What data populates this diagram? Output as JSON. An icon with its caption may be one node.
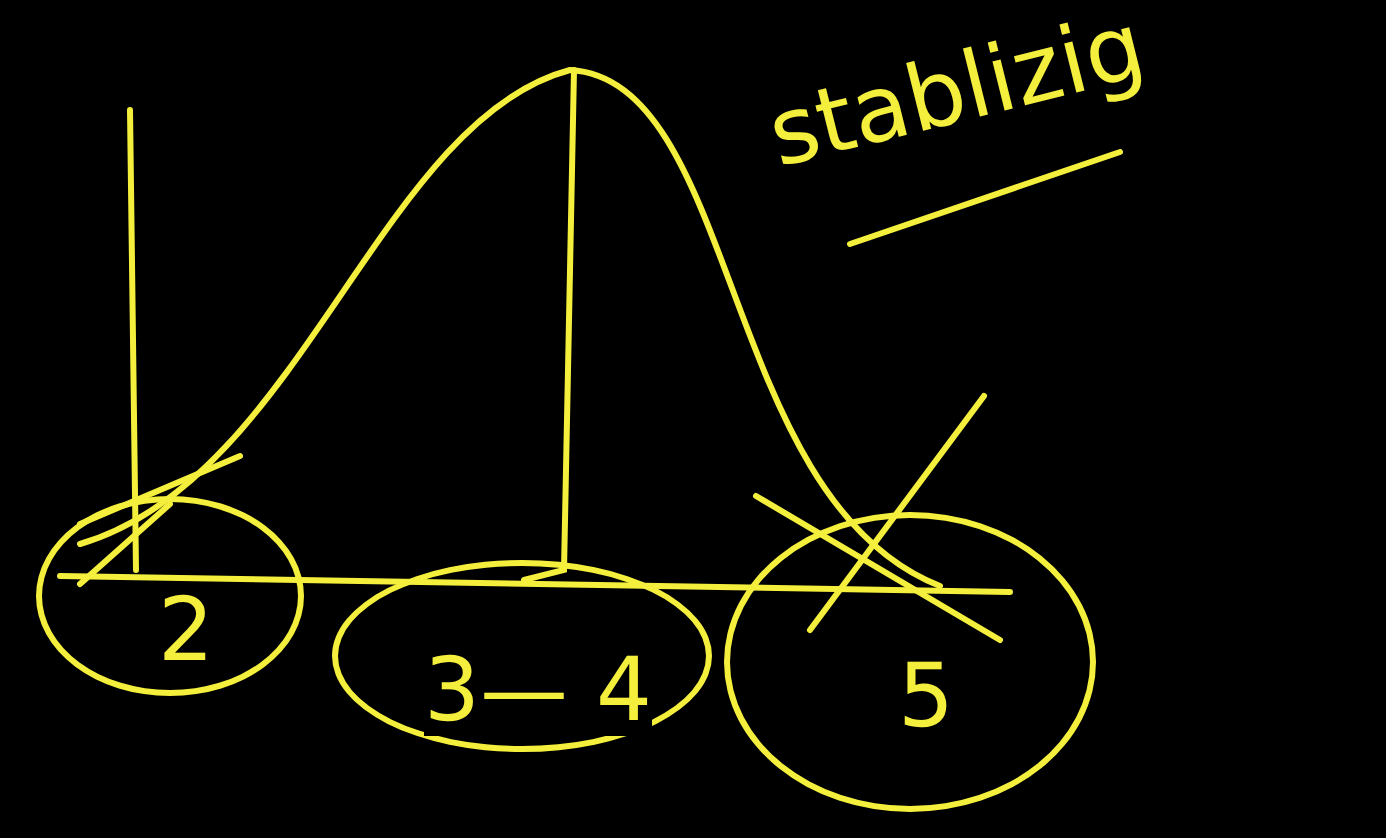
{
  "diagram": {
    "nodes": [
      {
        "text": [
          "2"
        ]
      },
      {
        "text": [
          "3— 4"
        ]
      },
      {
        "text": [
          "5"
        ]
      }
    ],
    "labels": [
      "stablizig"
    ]
  }
}
